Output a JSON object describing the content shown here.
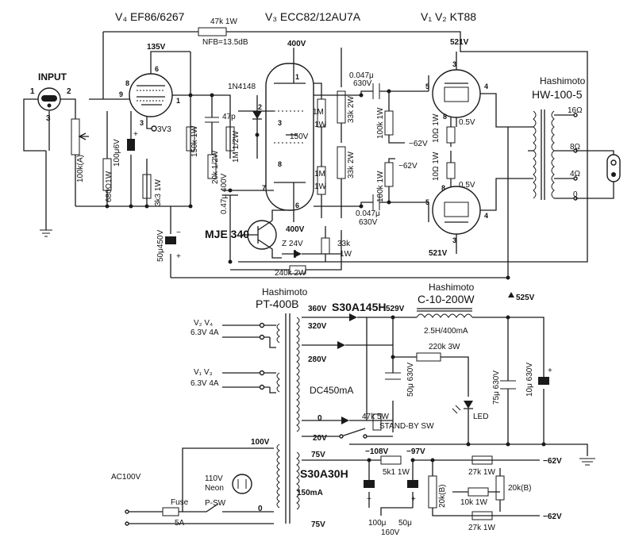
{
  "titles": {
    "v4": "V₄ EF86/6267",
    "v3": "V₃ ECC82/12AU7A",
    "v12": "V₁ V₂ KT88"
  },
  "amp": {
    "nfb_r": "47k 1W",
    "nfb": "NFB=13.5dB",
    "input": "INPUT",
    "in_pin1": "1",
    "in_pin2": "2",
    "in_pin3": "3",
    "b135": "135V",
    "b400a": "400V",
    "b400b": "400V",
    "b521a": "521V",
    "b521b": "521V",
    "diode": "1N4148",
    "v4_3v3": "3V3",
    "c100u": "100μ6V",
    "r680": "680Ω1W",
    "r3k3": "3k3 1W",
    "vr100k": "100k(A)",
    "r150k": "150k 1W",
    "r20k": "20k 1/2W",
    "r1m_half": "1M 1/2W",
    "c47p": "47p",
    "c047a": "0.47μ 400V",
    "v150": "150V",
    "r1m_a": "1M",
    "r1w_a": "1W",
    "r1m_b": "1M",
    "r1w_b": "1W",
    "r33k_a": "33k 2W",
    "r33k_b": "33k 2W",
    "c0047a": "0.047μ",
    "c0047a_v": "630V",
    "c0047b": "0.047μ",
    "c0047b_v": "630V",
    "r100k_a": "100k 1W",
    "r100k_b": "100k 1W",
    "neg62a": "−62V",
    "neg62b": "−62V",
    "r10_a": "10Ω 1W",
    "r10_b": "10Ω 1W",
    "v05a": "0.5V",
    "v05b": "0.5V",
    "mje": "MJE 340",
    "zener": "Z 24V",
    "r33k_c": "33k",
    "r33k_c_w": "1W",
    "r240k": "240k 2W",
    "c50u450": "50μ450V",
    "opt_maker": "Hashimoto",
    "opt_model": "HW-100-5",
    "tap16": "16Ω",
    "tap8": "8Ω",
    "tap4": "4Ω",
    "tap0": "0",
    "p_v4_6": "6",
    "p_v4_8": "8",
    "p_v4_9": "9",
    "p_v4_1": "1",
    "p_v4_3": "3",
    "p_v3_1": "1",
    "p_v3_2": "2",
    "p_v3_3": "3",
    "p_v3_6": "6",
    "p_v3_7": "7",
    "p_v3_8": "8",
    "p_k1_3": "3",
    "p_k1_4": "4",
    "p_k1_5": "5",
    "p_k1_8": "8",
    "p_k2_3": "3",
    "p_k2_4": "4",
    "p_k2_5": "5",
    "p_k2_8": "8"
  },
  "psu": {
    "pt_maker": "Hashimoto",
    "pt_model": "PT-400B",
    "v360": "360V",
    "s30a145h": "S30A145H",
    "v529": "529V",
    "choke_maker": "Hashimoto",
    "choke_model": "C-10-200W",
    "choke_spec": "2.5H/400mA",
    "v525": "525V",
    "v320": "320V",
    "v280": "280V",
    "dc450": "DC450mA",
    "v0a": "0",
    "v20": "20V",
    "r220k": "220k 3W",
    "c50u630": "50μ 630V",
    "c75u630": "75μ 630V",
    "c10u630": "10μ 630V",
    "led": "LED",
    "r47k": "47k 5W",
    "standby": "STAND-BY SW",
    "heat_v2v4": "V₂ V₄",
    "heat_v2v4_rating": "6.3V 4A",
    "heat_v1v3": "V₁ V₃",
    "heat_v1v3_rating": "6.3V 4A",
    "v100": "100V",
    "ac100": "AC100V",
    "neon": "110V",
    "neon2": "Neon",
    "psw": "P-SW",
    "fuse": "Fuse",
    "fuse_rating": "5A",
    "v0b": "0",
    "v75a": "75V",
    "v75b": "75V",
    "s30a30h": "S30A30H",
    "ma150": "150mA",
    "neg108": "−108V",
    "neg97": "−97V",
    "r5k1": "5k1 1W",
    "r27k_a": "27k 1W",
    "r27k_b": "27k 1W",
    "r10k": "10k 1W",
    "vr20kb_a": "20k(B)",
    "vr20kb_b": "20k(B)",
    "neg62c": "−62V",
    "neg62d": "−62V",
    "c100u": "100μ",
    "c50u": "50μ",
    "v160": "160V"
  }
}
